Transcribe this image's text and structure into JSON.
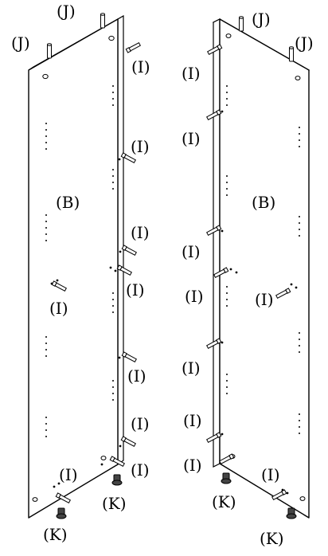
{
  "labels": {
    "J": "(J)",
    "I": "(I)",
    "B": "(B)",
    "K": "(K)"
  },
  "colors": {
    "line": "#000000",
    "background": "#ffffff"
  }
}
